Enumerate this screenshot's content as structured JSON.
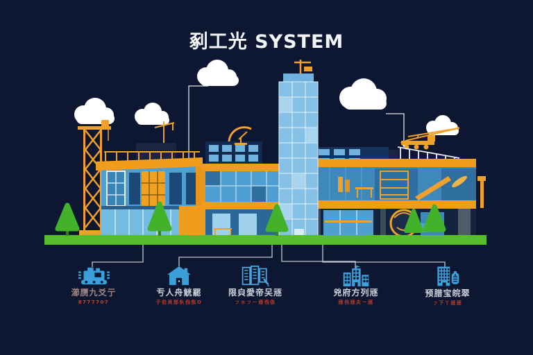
{
  "title": "剢工光 SYSTEM",
  "scene": {
    "elements": [
      "clouds",
      "construction-crane-tower",
      "rooftop-mini-crane",
      "satellite-dish",
      "left-office-building",
      "mid-building",
      "central-glass-tower",
      "right-factory-building",
      "rooftop-truck-crane",
      "trees",
      "green-ground-strip",
      "connector-lines"
    ],
    "colors": {
      "background": "#0e1731",
      "accent_orange": "#f09d1e",
      "building_blue": "#4d9fd4",
      "tower_blue": "#85c0e6",
      "glass_blue": "#74bce4",
      "dark_window_blue": "#1c4a78",
      "ground_green": "#56be2d",
      "tree_green": "#43b22a",
      "cloud_white": "#ffffff",
      "connector_gray": "#c2c8d0",
      "icon_blue": "#3ba0da",
      "sublabel_red": "#b8402e"
    }
  },
  "legend": {
    "items": [
      {
        "icon": "excavator-icon",
        "label": "瀄赝九爻亍",
        "sublabel": "8777707",
        "label_color": "#a18584",
        "sublabel_color": "#c0432f"
      },
      {
        "icon": "house-icon",
        "label": "亐人舟觥罷",
        "sublabel": "于伯貝那朲㑇㑈O",
        "label_color": "#ccd2da",
        "sublabel_color": "#b8402e"
      },
      {
        "icon": "checklist-pencil-icon",
        "label": "限㒵愛帝㕦㒮",
        "sublabel": "ㇷㇹㇷー㒮㑇㑈",
        "label_color": "#ccd2da",
        "sublabel_color": "#b8402e"
      },
      {
        "icon": "factory-buildings-icon",
        "label": "兇府方列㒮",
        "sublabel": "㒮㑇㒮夫ー㒮",
        "label_color": "#ccd2da",
        "sublabel_color": "#b8402e"
      },
      {
        "icon": "building-badge-icon",
        "label": "预腊宝皖翠",
        "sublabel": "ㇷ下丫㒮㒮",
        "label_color": "#ccd2da",
        "sublabel_color": "#b8402e"
      }
    ]
  }
}
